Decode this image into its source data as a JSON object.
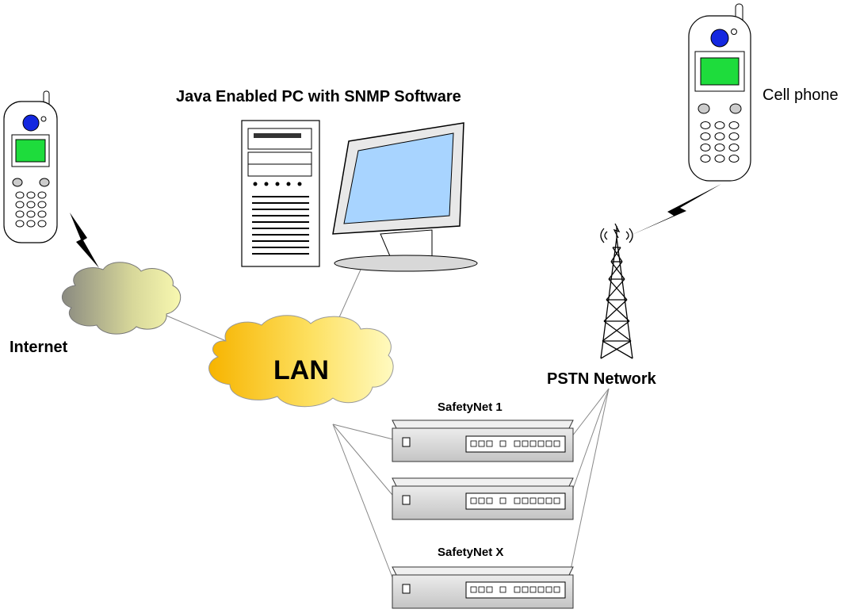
{
  "labels": {
    "pc": "Java Enabled PC with SNMP Software",
    "cellphone": "Cell phone",
    "internet": "Internet",
    "lan": "LAN",
    "pstn": "PSTN Network",
    "safetynet_1": "SafetyNet 1",
    "safetynet_x": "SafetyNet X"
  },
  "colors": {
    "lan_cloud_light": "#fffac0",
    "lan_cloud_dark": "#f7b400",
    "internet_cloud_light": "#f4f4a8",
    "internet_cloud_dark": "#8a8a80",
    "phone_screen": "#1edc3c",
    "phone_button": "#1428e0",
    "monitor_screen": "#a8d4ff",
    "device_body": "#d8d8d8"
  }
}
